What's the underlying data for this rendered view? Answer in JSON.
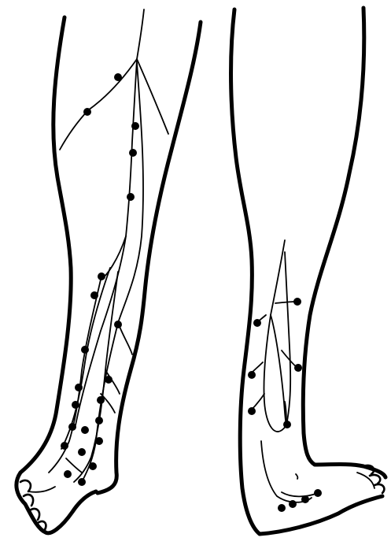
{
  "figure": {
    "views": [
      {
        "id": "front-view",
        "nodes_shown": 22
      },
      {
        "id": "back-view",
        "nodes_shown": 10
      }
    ],
    "ink_color": "#000000",
    "background_color": "#ffffff"
  }
}
